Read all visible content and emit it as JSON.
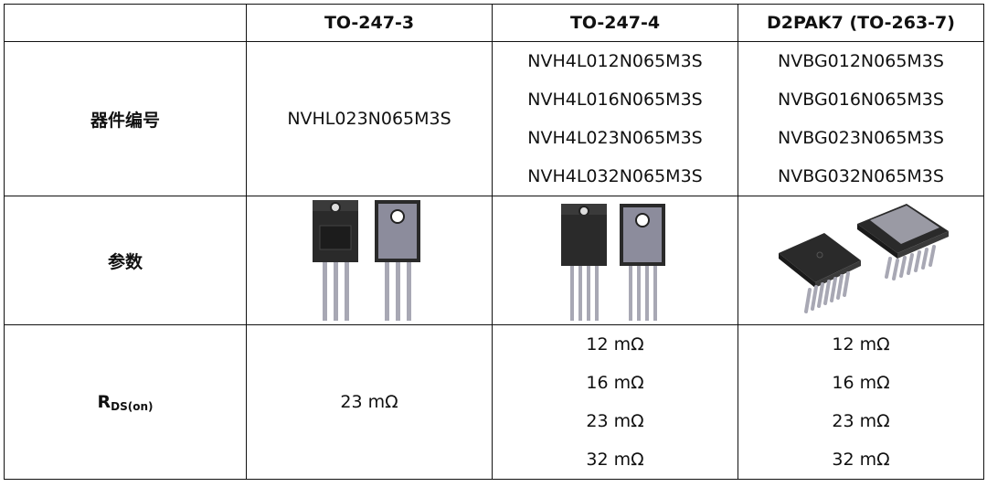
{
  "header": {
    "corner": "",
    "columns": [
      "TO-247-3",
      "TO-247-4",
      "D2PAK7 (TO-263-7)"
    ]
  },
  "rows": {
    "part_numbers": {
      "label": "器件编号",
      "to247_3": [
        "NVHL023N065M3S"
      ],
      "to247_4": [
        "NVH4L012N065M3S",
        "NVH4L016N065M3S",
        "NVH4L023N065M3S",
        "NVH4L032N065M3S"
      ],
      "d2pak7": [
        "NVBG012N065M3S",
        "NVBG016N065M3S",
        "NVBG023N065M3S",
        "NVBG032N065M3S"
      ]
    },
    "package_images": {
      "label": "参数",
      "to247_3": "to-247-3-package-image",
      "to247_4": "to-247-4-package-image",
      "d2pak7": "d2pak7-package-image"
    },
    "rds_on": {
      "label_main": "R",
      "label_sub": "DS(on)",
      "to247_3": [
        "23 mΩ"
      ],
      "to247_4": [
        "12 mΩ",
        "16 mΩ",
        "23 mΩ",
        "32 mΩ"
      ],
      "d2pak7": [
        "12 mΩ",
        "16 mΩ",
        "23 mΩ",
        "32 mΩ"
      ]
    }
  },
  "colors": {
    "border": "#111111",
    "package_body": "#2a2a2a",
    "package_tab": "#8c8c8c",
    "lead": "#a8a8b4"
  }
}
